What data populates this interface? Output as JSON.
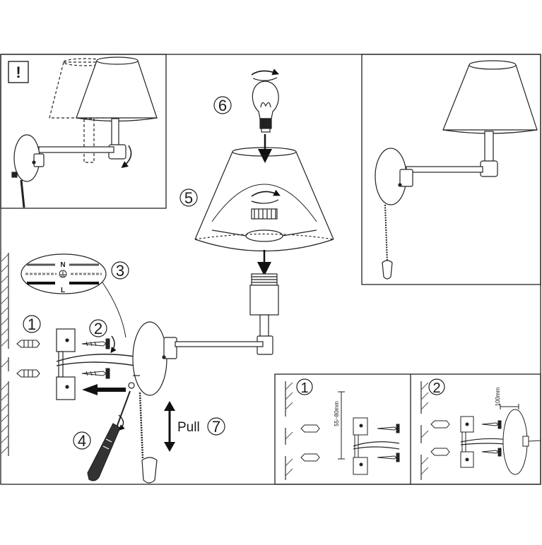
{
  "warning": {
    "symbol": "!"
  },
  "steps": {
    "s1": "1",
    "s2": "2",
    "s3": "3",
    "s4": "4",
    "s5": "5",
    "s6": "6",
    "s7": "7"
  },
  "pull": {
    "label": "Pull"
  },
  "wiring": {
    "neutral": "N",
    "live": "L"
  },
  "dimensions": {
    "backplate_spacing": "55~80mm",
    "wall_offset": "100mm"
  },
  "colors": {
    "line": "#1a1a1a",
    "hatch": "#555555",
    "arrow": "#111111",
    "panel_border": "#222222"
  },
  "icons": [
    "warning-icon",
    "rotate-arrow-icon",
    "light-bulb-icon",
    "lamp-shade-icon",
    "screwdriver-icon",
    "wall-plug-icon",
    "screw-icon",
    "earth-icon",
    "pull-chain-icon"
  ]
}
